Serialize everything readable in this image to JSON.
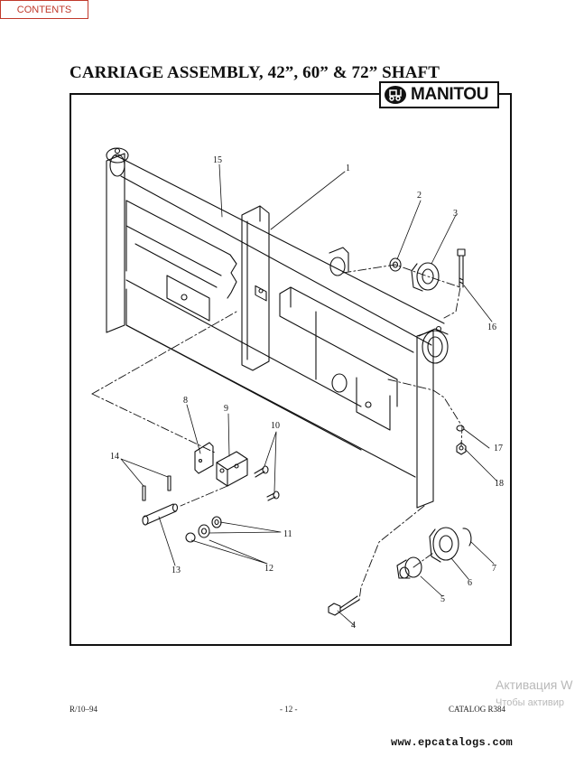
{
  "nav": {
    "contents_label": "CONTENTS"
  },
  "title": "CARRIAGE ASSEMBLY,  42”, 60” & 72” SHAFT",
  "logo": {
    "text": "MANITOU",
    "icon": "forklift-icon"
  },
  "diagram": {
    "callouts": [
      "1",
      "2",
      "3",
      "4",
      "5",
      "6",
      "7",
      "8",
      "9",
      "10",
      "11",
      "12",
      "13",
      "14",
      "15",
      "16",
      "17",
      "18"
    ]
  },
  "footer": {
    "revision": "R/10–94",
    "page": "- 12 -",
    "catalog": "CATALOG R384"
  },
  "watermark": {
    "line1": "Активация W",
    "line2": "Чтобы активир"
  },
  "source_url": "www.epcatalogs.com"
}
